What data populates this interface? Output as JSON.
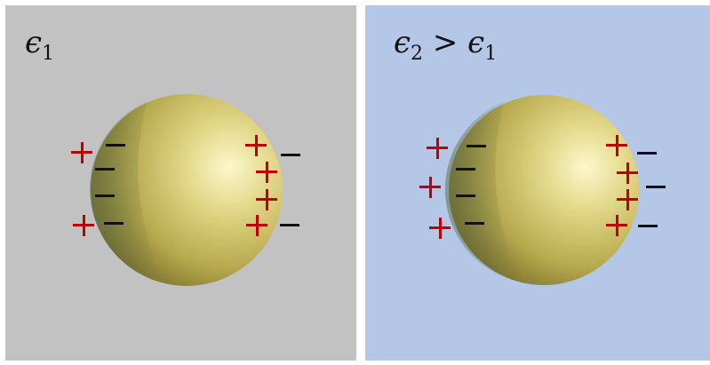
{
  "panels": [
    {
      "medium_label": "ϵ",
      "medium_subscript": "1",
      "relation": "",
      "compare_label": "",
      "compare_subscript": "",
      "background": "#c2c2c2"
    },
    {
      "medium_label": "ϵ",
      "medium_subscript": "2",
      "relation": ">",
      "compare_label": "ϵ",
      "compare_subscript": "1",
      "background": "#b4c7e6"
    }
  ],
  "colors": {
    "positive_charge": "#c00000",
    "negative_charge": "#111111",
    "sphere": "#c9bb5a"
  }
}
